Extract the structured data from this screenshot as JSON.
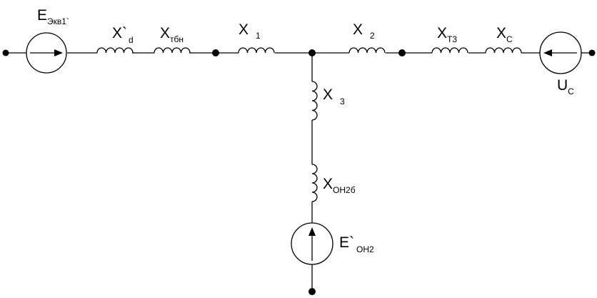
{
  "labels": {
    "e_eq": {
      "main": "E",
      "sub": "Экв1`"
    },
    "xd": {
      "main": "X`",
      "sub": "d"
    },
    "xtbn": {
      "main": "X",
      "sub": "тбн"
    },
    "x1": {
      "main": "X",
      "sub": "1"
    },
    "x2": {
      "main": "X",
      "sub": "2"
    },
    "xt3": {
      "main": "X",
      "sub": "Т3"
    },
    "xc": {
      "main": "X",
      "sub": "С"
    },
    "uc": {
      "main": "U",
      "sub": "С"
    },
    "x3": {
      "main": "X",
      "sub": "3"
    },
    "xon2b": {
      "main": "X",
      "sub": "ОН2б"
    },
    "e_on2": {
      "main": "E`",
      "sub": "ОН2"
    }
  },
  "colors": {
    "stroke": "#000000",
    "background": "#ffffff"
  }
}
